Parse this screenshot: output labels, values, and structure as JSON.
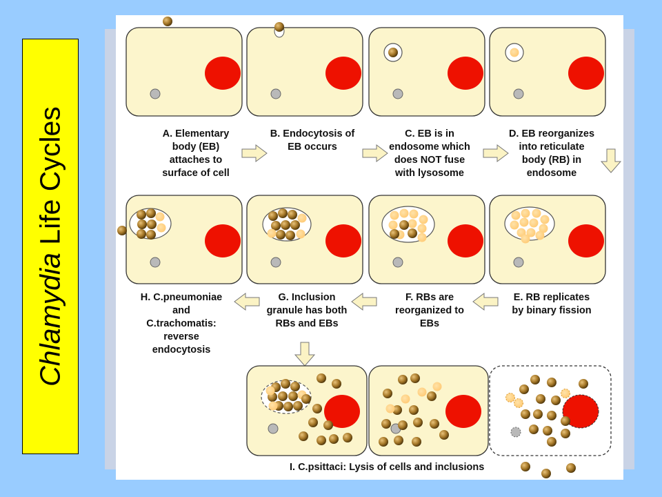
{
  "title": {
    "italic": "Chlamydia",
    "rest": " Life Cycles"
  },
  "captions": {
    "A": [
      "A. Elementary",
      "body (EB)",
      "attaches to",
      "surface of cell"
    ],
    "B": [
      "B. Endocytosis of",
      "EB occurs"
    ],
    "C": [
      "C. EB is in",
      "endosome which",
      "does NOT fuse",
      "with lysosome"
    ],
    "D": [
      "D. EB reorganizes",
      "into reticulate",
      "body (RB) in",
      "endosome"
    ],
    "E": [
      "E. RB replicates",
      "by binary fission"
    ],
    "F": [
      "F. RBs  are",
      "reorganized to",
      "EBs"
    ],
    "G": [
      "G. Inclusion",
      "granule has both",
      "RBs and EBs"
    ],
    "H": [
      "H.  C.pneumoniae",
      "and",
      "C.trachomatis:",
      "reverse",
      "endocytosis"
    ],
    "I": [
      "I. C.psittaci: Lysis of cells and inclusions"
    ]
  },
  "colors": {
    "background": "#99ccff",
    "cell": "#fcf5cc",
    "nucleus": "#ee1100",
    "eb": "#a87a2a",
    "rb": "#ffc870",
    "title_box": "#ffff00"
  }
}
